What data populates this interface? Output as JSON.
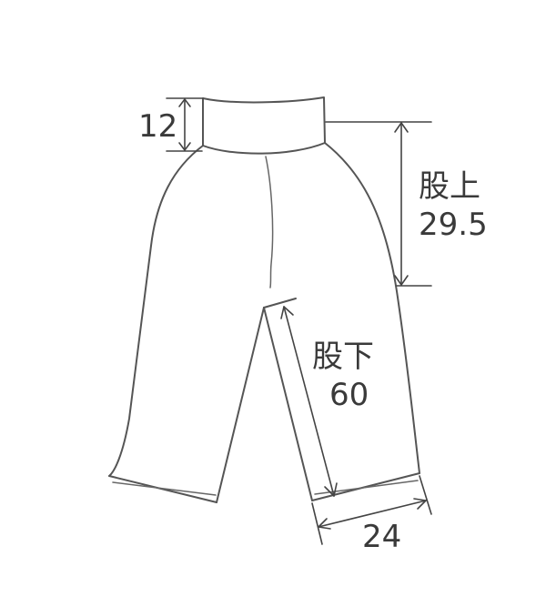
{
  "measurements": {
    "waistband": {
      "value": "12"
    },
    "rise": {
      "label": "股上",
      "value": "29.5"
    },
    "inseam": {
      "label": "股下",
      "value": "60"
    },
    "hem_width": {
      "value": "24"
    }
  },
  "colors": {
    "outline": "#555555",
    "dimension": "#444444",
    "text": "#3a3a3a",
    "background": "#ffffff"
  }
}
